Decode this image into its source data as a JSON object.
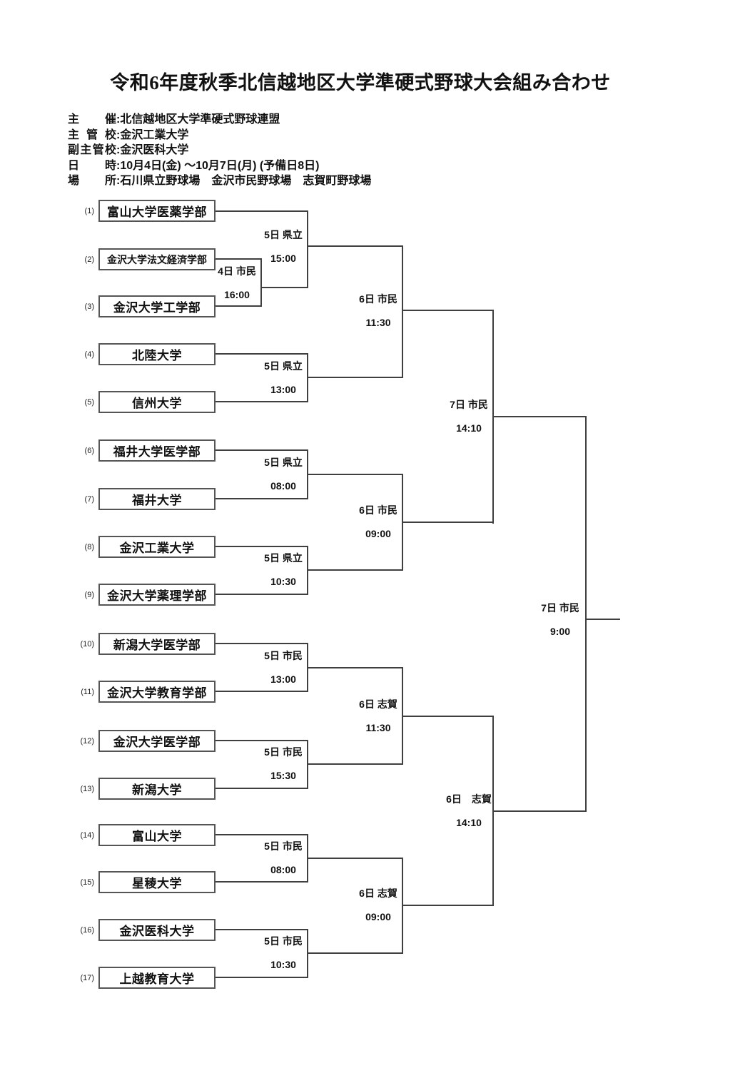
{
  "title": "令和6年度秋季北信越地区大学準硬式野球大会組み合わせ",
  "header": {
    "rows": [
      {
        "label": "主催",
        "value": "北信越地区大学準硬式野球連盟"
      },
      {
        "label": "主管校",
        "value": "金沢工業大学"
      },
      {
        "label": "副主管校",
        "value": "金沢医科大学"
      },
      {
        "label": "日時",
        "value": "10月4日(金) ～10月7日(月) (予備日8日)"
      },
      {
        "label": "場所",
        "value": "石川県立野球場　金沢市民野球場　志賀町野球場"
      }
    ],
    "separator": ":"
  },
  "bracket": {
    "teams": [
      {
        "seed": "(1)",
        "name": "富山大学医薬学部"
      },
      {
        "seed": "(2)",
        "name": "金沢大学法文経済学部"
      },
      {
        "seed": "(3)",
        "name": "金沢大学工学部"
      },
      {
        "seed": "(4)",
        "name": "北陸大学"
      },
      {
        "seed": "(5)",
        "name": "信州大学"
      },
      {
        "seed": "(6)",
        "name": "福井大学医学部"
      },
      {
        "seed": "(7)",
        "name": "福井大学"
      },
      {
        "seed": "(8)",
        "name": "金沢工業大学"
      },
      {
        "seed": "(9)",
        "name": "金沢大学薬理学部"
      },
      {
        "seed": "(10)",
        "name": "新潟大学医学部"
      },
      {
        "seed": "(11)",
        "name": "金沢大学教育学部"
      },
      {
        "seed": "(12)",
        "name": "金沢大学医学部"
      },
      {
        "seed": "(13)",
        "name": "新潟大学"
      },
      {
        "seed": "(14)",
        "name": "富山大学"
      },
      {
        "seed": "(15)",
        "name": "星稜大学"
      },
      {
        "seed": "(16)",
        "name": "金沢医科大学"
      },
      {
        "seed": "(17)",
        "name": "上越教育大学"
      }
    ],
    "matches": {
      "playin": {
        "label": "4日 市民",
        "time": "16:00"
      },
      "r2a": {
        "label": "5日 県立",
        "time": "15:00"
      },
      "r2b": {
        "label": "5日 県立",
        "time": "13:00"
      },
      "r2c": {
        "label": "5日 県立",
        "time": "08:00"
      },
      "r2d": {
        "label": "5日 県立",
        "time": "10:30"
      },
      "r2e": {
        "label": "5日 市民",
        "time": "13:00"
      },
      "r2f": {
        "label": "5日 市民",
        "time": "15:30"
      },
      "r2g": {
        "label": "5日 市民",
        "time": "08:00"
      },
      "r2h": {
        "label": "5日 市民",
        "time": "10:30"
      },
      "qf1": {
        "label": "6日 市民",
        "time": "11:30"
      },
      "qf2": {
        "label": "6日 市民",
        "time": "09:00"
      },
      "qf3": {
        "label": "6日 志賀",
        "time": "11:30"
      },
      "qf4": {
        "label": "6日 志賀",
        "time": "09:00"
      },
      "sf1": {
        "label": "7日 市民",
        "time": "14:10"
      },
      "sf2": {
        "label": "6日　志賀",
        "time": "14:10"
      },
      "final": {
        "label": "7日 市民",
        "time": "9:00"
      }
    }
  }
}
